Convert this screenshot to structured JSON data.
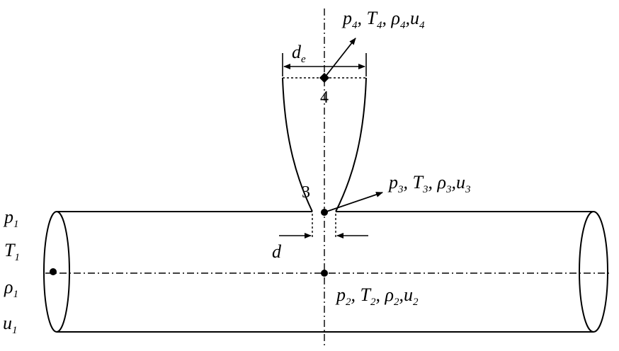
{
  "labels": {
    "d": "d",
    "de": "d",
    "de_sub": "e",
    "point3": "3",
    "point4": "4",
    "state1": {
      "p": "p",
      "p_sub": "1",
      "T": "T",
      "T_sub": "1",
      "rho": "ρ",
      "rho_sub": "1",
      "u": "u",
      "u_sub": "1"
    },
    "state2": {
      "p": "p",
      "p_sub": "2",
      "sep1": ", ",
      "T": "T",
      "T_sub": "2",
      "sep2": ", ",
      "rho": "ρ",
      "rho_sub": "2",
      "sep3": ",",
      "u": "u",
      "u_sub": "2"
    },
    "state3": {
      "p": "p",
      "p_sub": "3",
      "sep1": ", ",
      "T": "T",
      "T_sub": "3",
      "sep2": ", ",
      "rho": "ρ",
      "rho_sub": "3",
      "sep3": ",",
      "u": "u",
      "u_sub": "3"
    },
    "state4": {
      "p": "p",
      "p_sub": "4",
      "sep1": ", ",
      "T": "T",
      "T_sub": "4",
      "sep2": ", ",
      "rho": "ρ",
      "rho_sub": "4",
      "sep3": ",",
      "u": "u",
      "u_sub": "4"
    }
  }
}
